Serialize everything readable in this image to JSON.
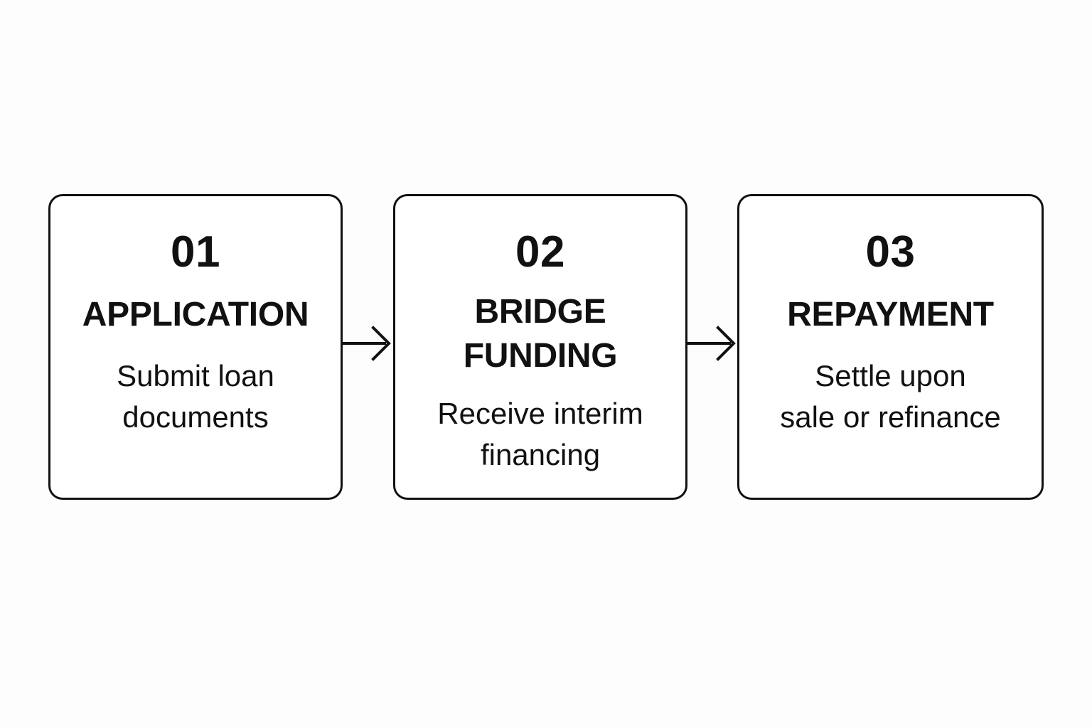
{
  "canvas": {
    "background_color": "#fdfdfd",
    "stroke_color": "#111111"
  },
  "diagram": {
    "type": "process-flow",
    "orientation": "horizontal",
    "steps": [
      {
        "number": "01",
        "title": "APPLICATION",
        "description": "Submit loan\ndocuments"
      },
      {
        "number": "02",
        "title": "BRIDGE\nFUNDING",
        "description": "Receive interim\nfinancing"
      },
      {
        "number": "03",
        "title": "REPAYMENT",
        "description": "Settle upon\nsale or refinance"
      }
    ],
    "connectors": [
      {
        "icon": "arrow-right-icon",
        "from": "01",
        "to": "02"
      },
      {
        "icon": "arrow-right-icon",
        "from": "02",
        "to": "03"
      }
    ]
  }
}
